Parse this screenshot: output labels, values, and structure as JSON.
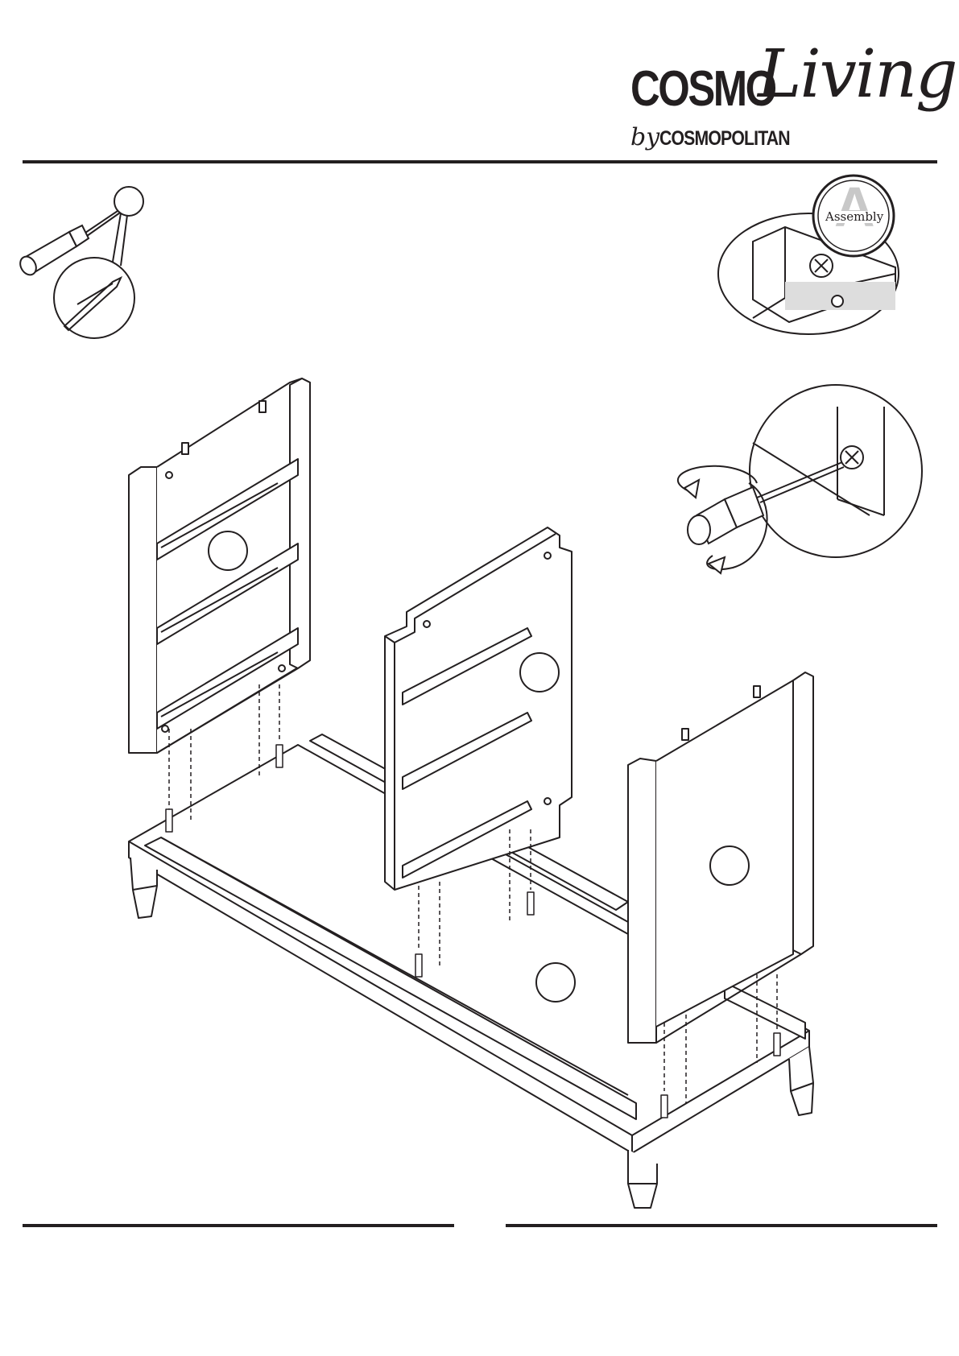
{
  "brand": {
    "main": "COSMO",
    "script": "Living",
    "by": "by",
    "sub": "COSMOPOLITAN"
  },
  "badge": {
    "letter": "A",
    "word": "Assembly"
  },
  "colors": {
    "ink": "#231f20",
    "paper": "#ffffff",
    "badge_letter": "#c8c8c8"
  },
  "icons": [
    "screwdriver-icon",
    "rotate-arrow-icon",
    "phillips-screw-icon"
  ]
}
